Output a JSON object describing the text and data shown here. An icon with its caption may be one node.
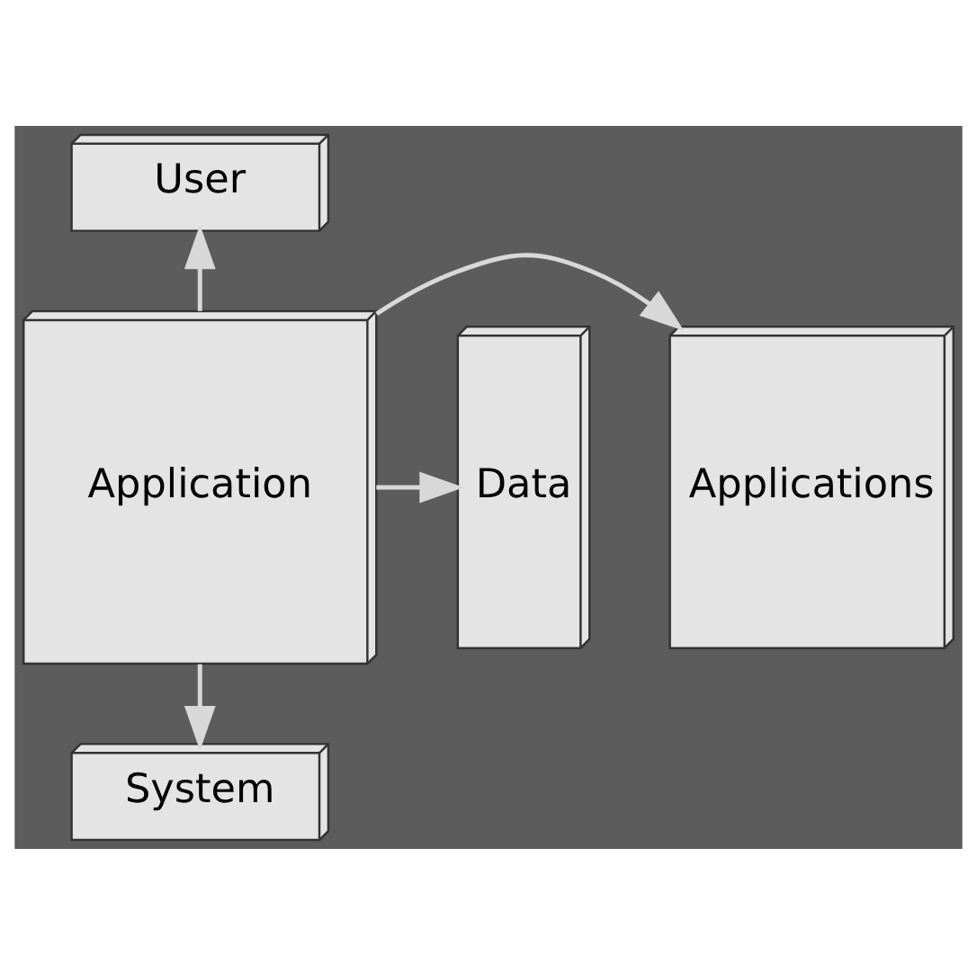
{
  "diagram": {
    "nodes": [
      {
        "text": [
          "User"
        ]
      },
      {
        "text": [
          "Applications"
        ]
      },
      {
        "text": [
          "Application"
        ]
      },
      {
        "text": [
          "Data"
        ]
      },
      {
        "text": [
          "System"
        ]
      }
    ],
    "edges": [
      {
        "from": 2,
        "to": 0,
        "arrow": "to"
      },
      {
        "from": 2,
        "to": 1,
        "arrow": "to"
      },
      {
        "from": 2,
        "to": 3,
        "arrow": "to"
      },
      {
        "from": 2,
        "to": 4,
        "arrow": "to"
      }
    ]
  }
}
